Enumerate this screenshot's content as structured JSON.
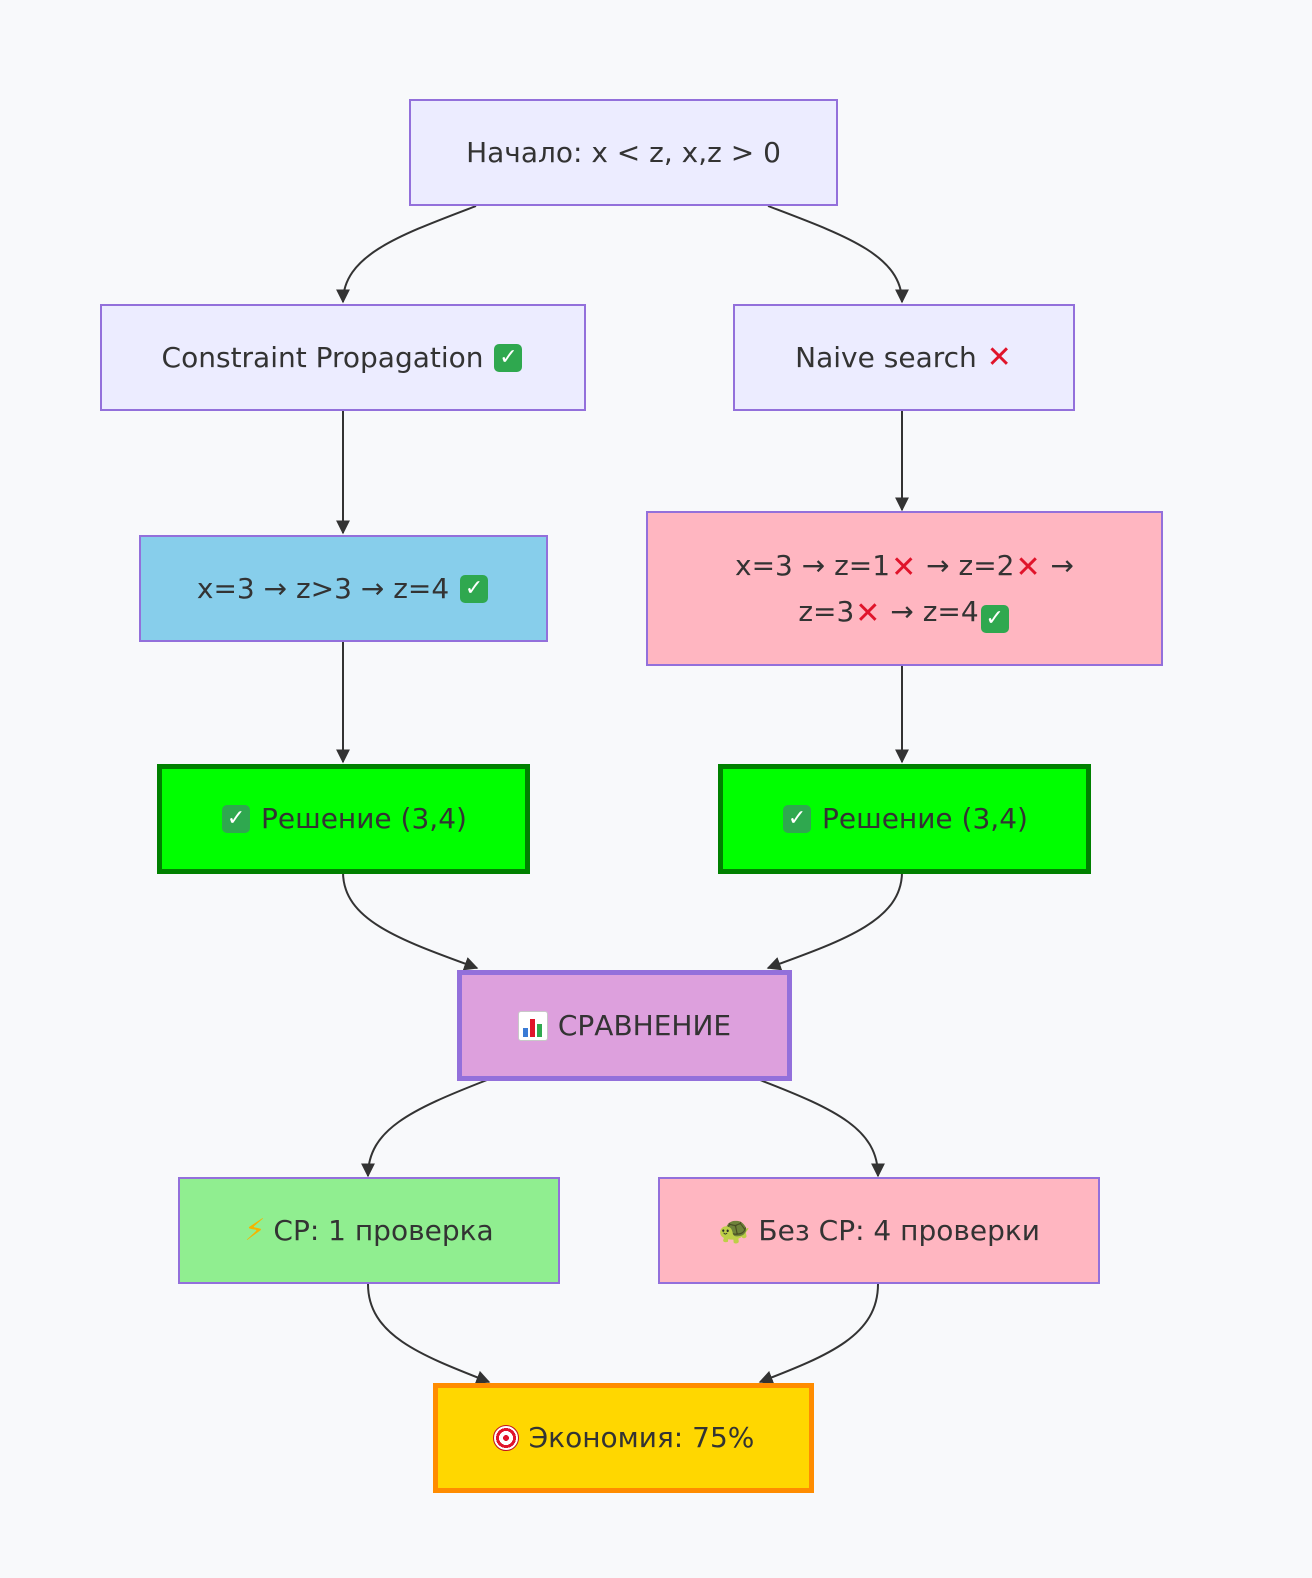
{
  "nodes": {
    "start": "Начало: x < z, x,z > 0",
    "cp": "Constraint Propagation",
    "naive": "Naive search",
    "cp_steps": "x=3 → z>3 → z=4",
    "naive_steps": {
      "a": "x=3 → z=1",
      "b": " → z=2",
      "c": " →",
      "d": "z=3",
      "e": " → z=4"
    },
    "solution_left": "Решение (3,4)",
    "solution_right": "Решение (3,4)",
    "compare": "СРАВНЕНИЕ",
    "cp_checks": "CP: 1 проверка",
    "nocp_checks": "Без CP: 4 проверки",
    "savings": "Экономия: 75%"
  },
  "icons": {
    "check": "✓",
    "cross": "✕",
    "bolt": "⚡",
    "turtle": "🐢"
  },
  "colors": {
    "default_fill": "#ececff",
    "default_stroke": "#9370db",
    "cp_fill": "#87ceeb",
    "naive_fill": "#ffb6c1",
    "solution_fill": "#00ff00",
    "solution_stroke": "#008000",
    "compare_fill": "#dda0dd",
    "cp_checks_fill": "#90ee90",
    "savings_fill": "#ffd700",
    "savings_stroke": "#ff8c00",
    "edge": "#333333"
  }
}
